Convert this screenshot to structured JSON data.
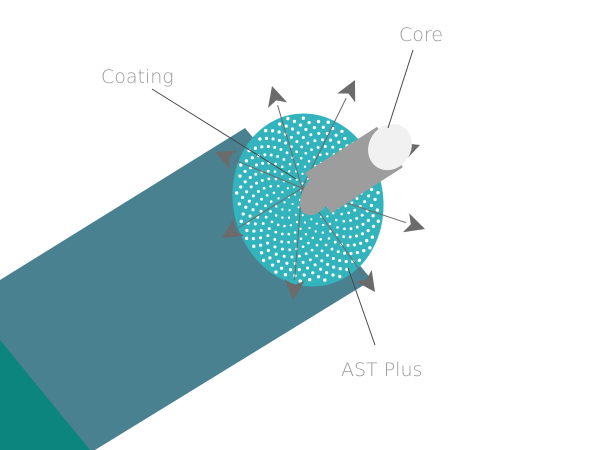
{
  "labels": {
    "core": "Core",
    "coating": "Coating",
    "ast_plus": "AST Plus"
  },
  "colors": {
    "cable_body": "#4a8191",
    "cable_edge": "#0c857f",
    "coating_disc": "#33b4bc",
    "dots": "#ffffff",
    "core_rod": "#9d9d9d",
    "core_end": "#f1f1f1",
    "arrows": "#6b6b6b",
    "leader_lines": "#4a4a4a",
    "label_text": "#9a9a9a"
  }
}
